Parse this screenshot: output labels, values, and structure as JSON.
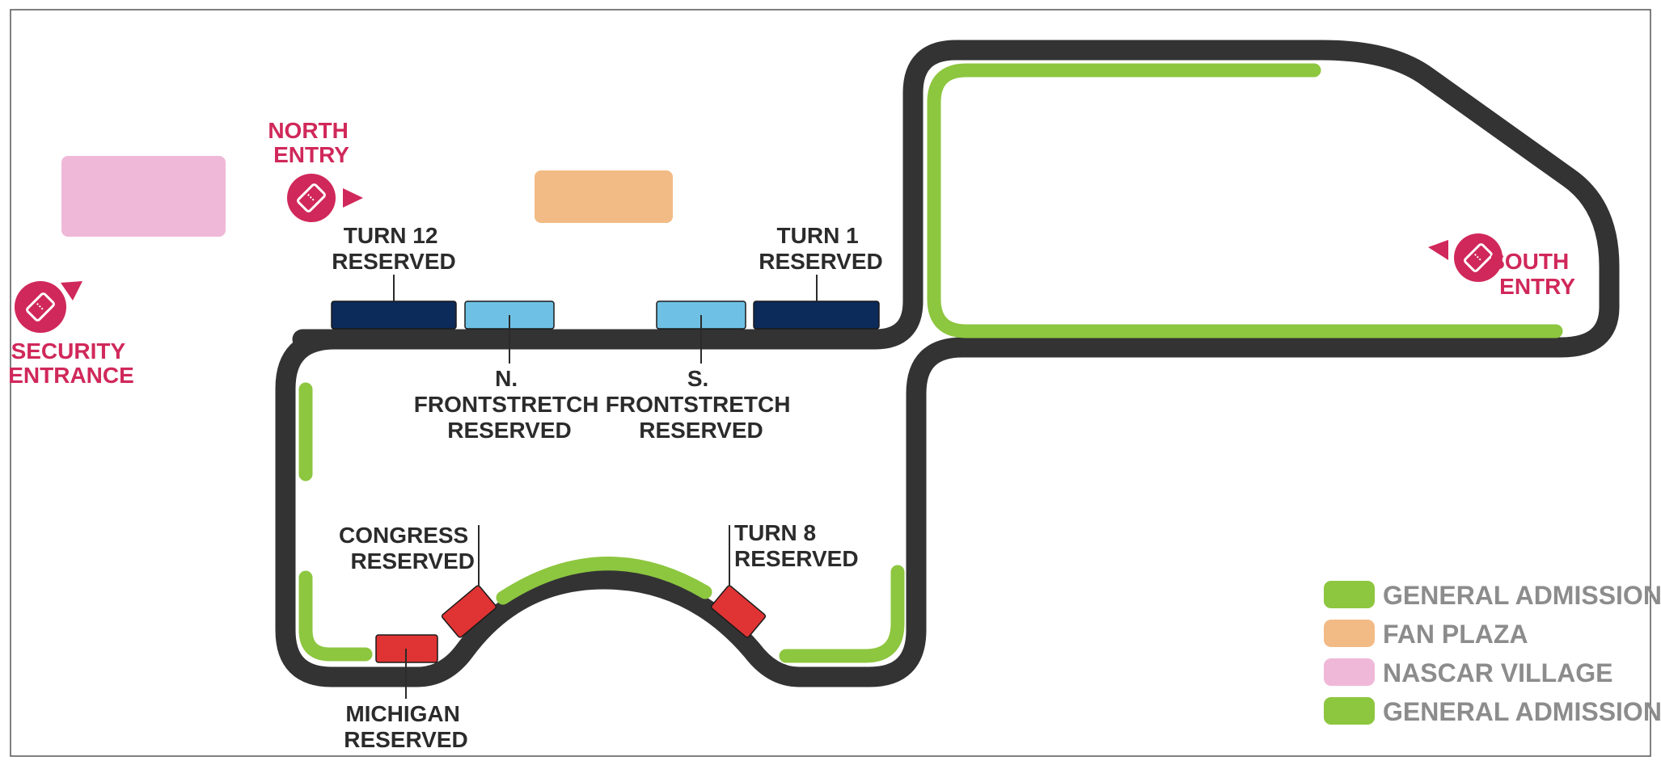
{
  "colors": {
    "track": "#333333",
    "general_admission": "#8dc63f",
    "fan_plaza": "#f2bb85",
    "nascar_village": "#f0b8d8",
    "reserved_dark": "#0c2a5a",
    "reserved_light": "#6ec1e4",
    "reserved_red": "#e03333",
    "entry": "#d0285a",
    "legend_text": "#8c8c8c",
    "label_text": "#2b2b2b"
  },
  "entries": {
    "north": {
      "line1": "NORTH",
      "line2": "ENTRY",
      "icon": "ticket-icon"
    },
    "south": {
      "line1": "SOUTH",
      "line2": "ENTRY",
      "icon": "ticket-icon"
    },
    "security": {
      "line1": "SECURITY",
      "line2": "ENTRANCE",
      "icon": "ticket-icon"
    }
  },
  "sections": {
    "turn12": {
      "line1": "TURN 12",
      "line2": "RESERVED"
    },
    "turn1": {
      "line1": "TURN 1",
      "line2": "RESERVED"
    },
    "n_front": {
      "line1": "N.",
      "line2": "FRONTSTRETCH",
      "line3": "RESERVED"
    },
    "s_front": {
      "line1": "S.",
      "line2": "FRONTSTRETCH",
      "line3": "RESERVED"
    },
    "congress": {
      "line1": "CONGRESS",
      "line2": "RESERVED"
    },
    "turn8": {
      "line1": "TURN 8",
      "line2": "RESERVED"
    },
    "michigan": {
      "line1": "MICHIGAN",
      "line2": "RESERVED"
    }
  },
  "legend": [
    {
      "label": "GENERAL ADMISSION",
      "color": "#8dc63f"
    },
    {
      "label": "FAN PLAZA",
      "color": "#f2bb85"
    },
    {
      "label": "NASCAR VILLAGE",
      "color": "#f0b8d8"
    },
    {
      "label": "GENERAL ADMISSION",
      "color": "#8dc63f"
    }
  ]
}
